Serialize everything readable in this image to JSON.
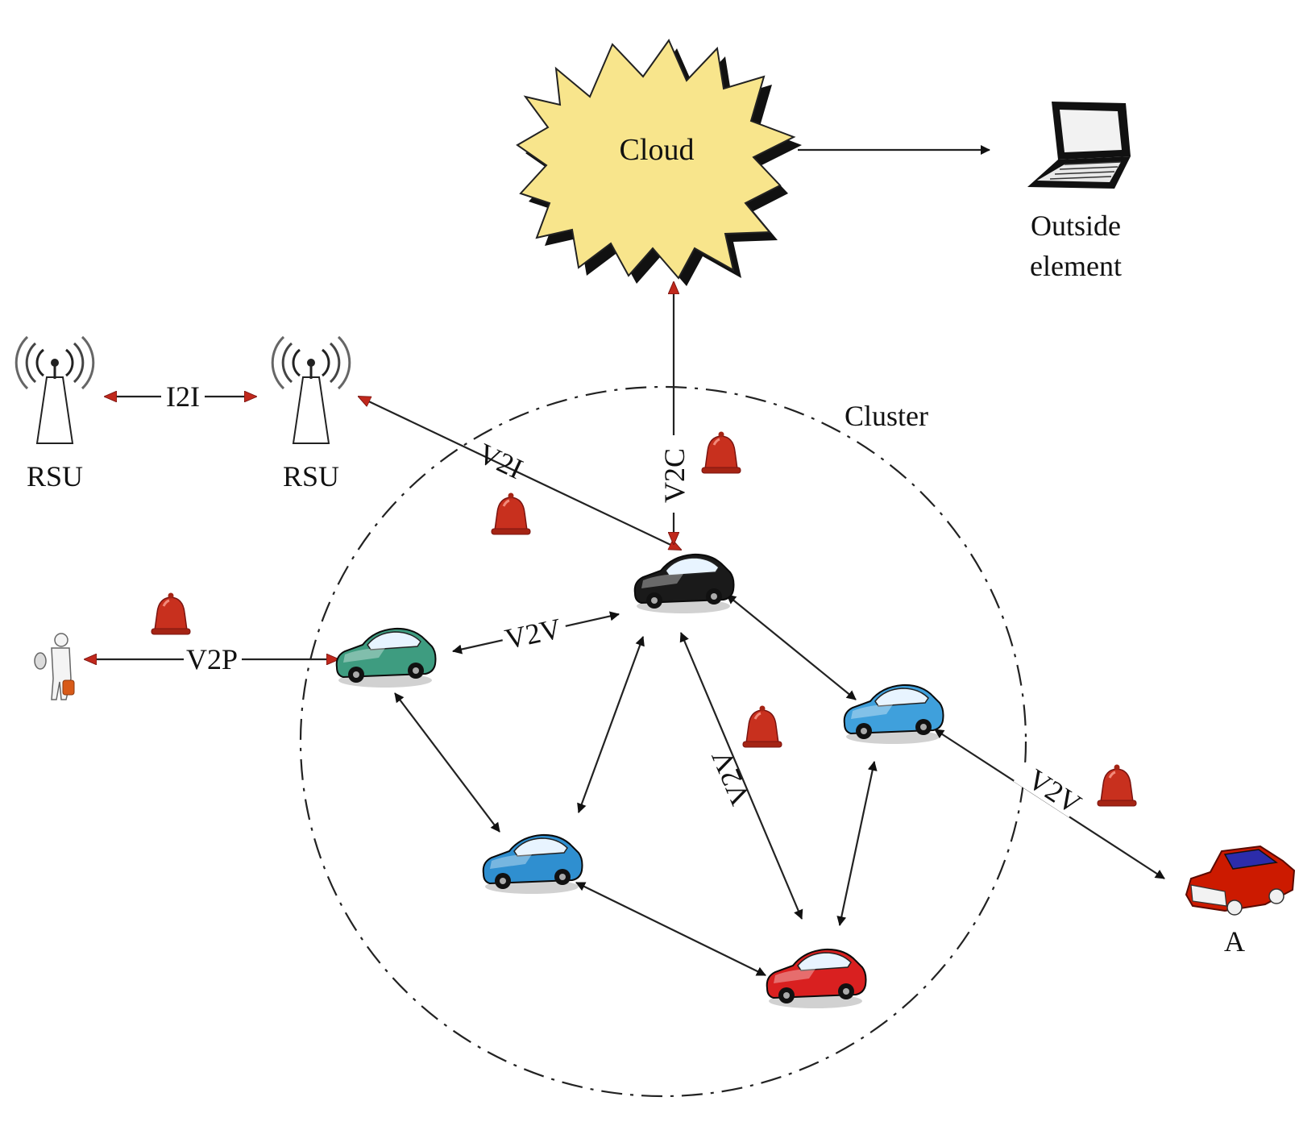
{
  "labels": {
    "cloud": "Cloud",
    "outside_line1": "Outside",
    "outside_line2": "element",
    "rsu_left": "RSU",
    "rsu_right": "RSU",
    "i2i": "I2I",
    "v2i": "V2I",
    "v2c": "V2C",
    "cluster": "Cluster",
    "v2p": "V2P",
    "v2v_top": "V2V",
    "v2v_center": "V2V",
    "v2v_right": "V2V",
    "car_a": "A"
  },
  "colors": {
    "cloud_fill": "#f8e58c",
    "alert_bell": "#c8301e",
    "car_black": "#1a1a1a",
    "car_green": "#3e9c80",
    "car_blue": "#2f8fd0",
    "car_red": "#d92020",
    "car_a": "#cc1a00",
    "arrow_red": "#c0281c"
  },
  "icons": {
    "alert": "bell-icon",
    "rsu": "antenna-tower-icon",
    "outside": "laptop-icon",
    "pedestrian": "person-icon",
    "vehicle": "car-icon"
  }
}
